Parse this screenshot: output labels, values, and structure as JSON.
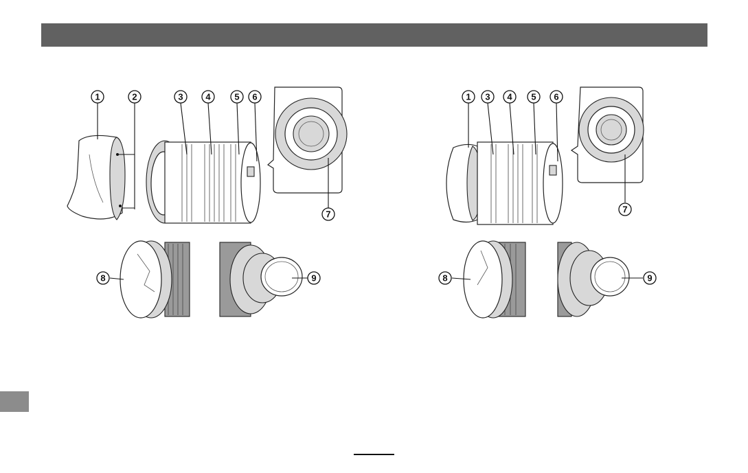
{
  "header": {
    "bar_color": "#616161"
  },
  "side_tab": {
    "color": "#8c8c8c"
  },
  "left_figure": {
    "callouts": [
      "1",
      "2",
      "3",
      "4",
      "5",
      "6",
      "7",
      "8",
      "9"
    ]
  },
  "right_figure": {
    "callouts": [
      "1",
      "3",
      "4",
      "5",
      "6",
      "7",
      "8",
      "9"
    ]
  },
  "icons": [
    "lens-hood",
    "zoom-lens",
    "lens-mount",
    "front-lens-cap",
    "rear-lens-cap"
  ]
}
